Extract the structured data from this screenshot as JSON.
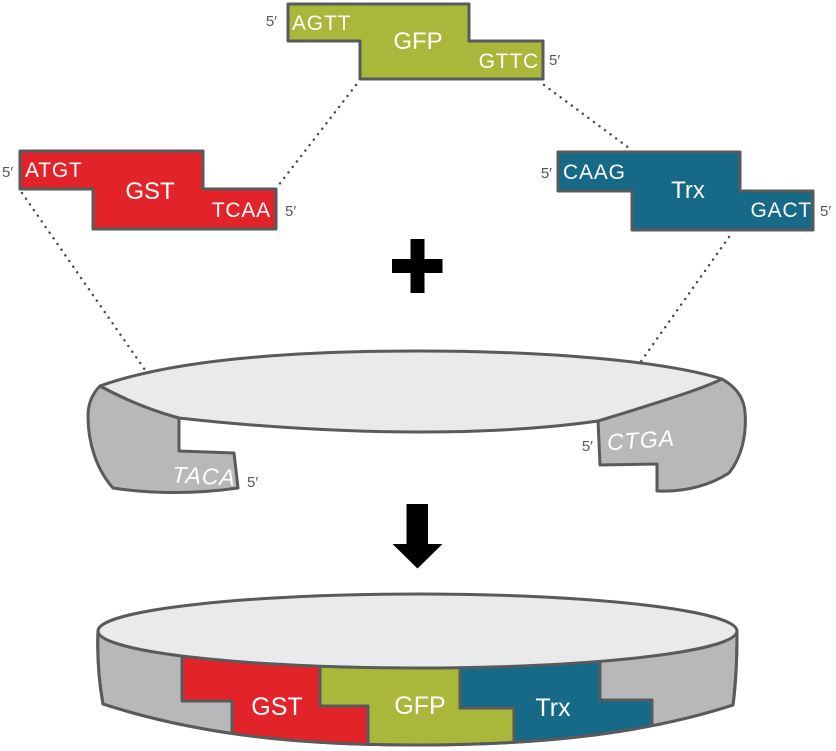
{
  "five_prime": "5′",
  "fragments": {
    "gfp": {
      "label": "GFP",
      "left_overhang": "AGTT",
      "right_overhang": "GTTC"
    },
    "gst": {
      "label": "GST",
      "left_overhang": "ATGT",
      "right_overhang": "TCAA"
    },
    "trx": {
      "label": "Trx",
      "left_overhang": "CAAG",
      "right_overhang": "GACT"
    }
  },
  "vector": {
    "left_overhang": "TACA",
    "right_overhang": "CTGA"
  },
  "product": {
    "segments": [
      {
        "label": "GST"
      },
      {
        "label": "GFP"
      },
      {
        "label": "Trx"
      }
    ]
  },
  "colors": {
    "gfp_olive": "#a9b73a",
    "gst_red": "#e2232a",
    "trx_teal": "#176a87",
    "vector_gray": "#b6b8ba",
    "vector_top": "#e9eaeb",
    "outline": "#595a5c",
    "plus_arrow_black": "#000000",
    "label_white": "#ffffff",
    "five_prime_gray": "#58595b"
  }
}
